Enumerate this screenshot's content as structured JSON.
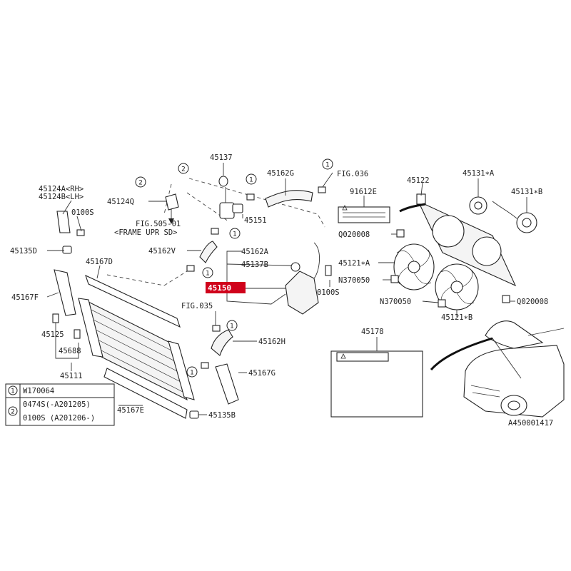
{
  "labels": {
    "p45124a": "45124A<RH>",
    "p45124b": "45124B<LH>",
    "p0100s_left": "0100S",
    "p45135d": "45135D",
    "p45167d": "45167D",
    "p45167f": "45167F",
    "p45125": "45125",
    "p45688": "45688",
    "p45111": "45111",
    "p45124q": "45124Q",
    "fig505_1": "FIG.505-01",
    "fig505_2": "<FRAME UPR SD>",
    "p45137": "45137",
    "p45162g": "45162G",
    "fig036": "FIG.036",
    "p45151": "45151",
    "p45162v": "45162V",
    "p45162a": "45162A",
    "p45137b": "45137B",
    "p45150": "45150",
    "p0100s_mid": "0100S",
    "fig035": "FIG.035",
    "p45162h": "45162H",
    "p45167g": "45167G",
    "p45167e": "45167E",
    "p45135b": "45135B",
    "p91612e": "91612E",
    "p45122": "45122",
    "p45131a": "45131∗A",
    "p45131b": "45131∗B",
    "q020008_top": "Q020008",
    "p45121a": "45121∗A",
    "n370050_top": "N370050",
    "n370050_bot": "N370050",
    "p45121b": "45121∗B",
    "q020008_bot": "Q020008",
    "p45178": "45178",
    "diagram_id": "A450001417"
  },
  "callouts": {
    "one": "1",
    "two": "2"
  },
  "legend": [
    {
      "marker": "1",
      "text": "W170064"
    },
    {
      "marker": "2",
      "text": "0474S(-A201205)"
    },
    {
      "marker": "",
      "text": "0100S (A201206-)"
    }
  ],
  "colors": {
    "highlight": "#d0021b",
    "ink": "#222222"
  }
}
